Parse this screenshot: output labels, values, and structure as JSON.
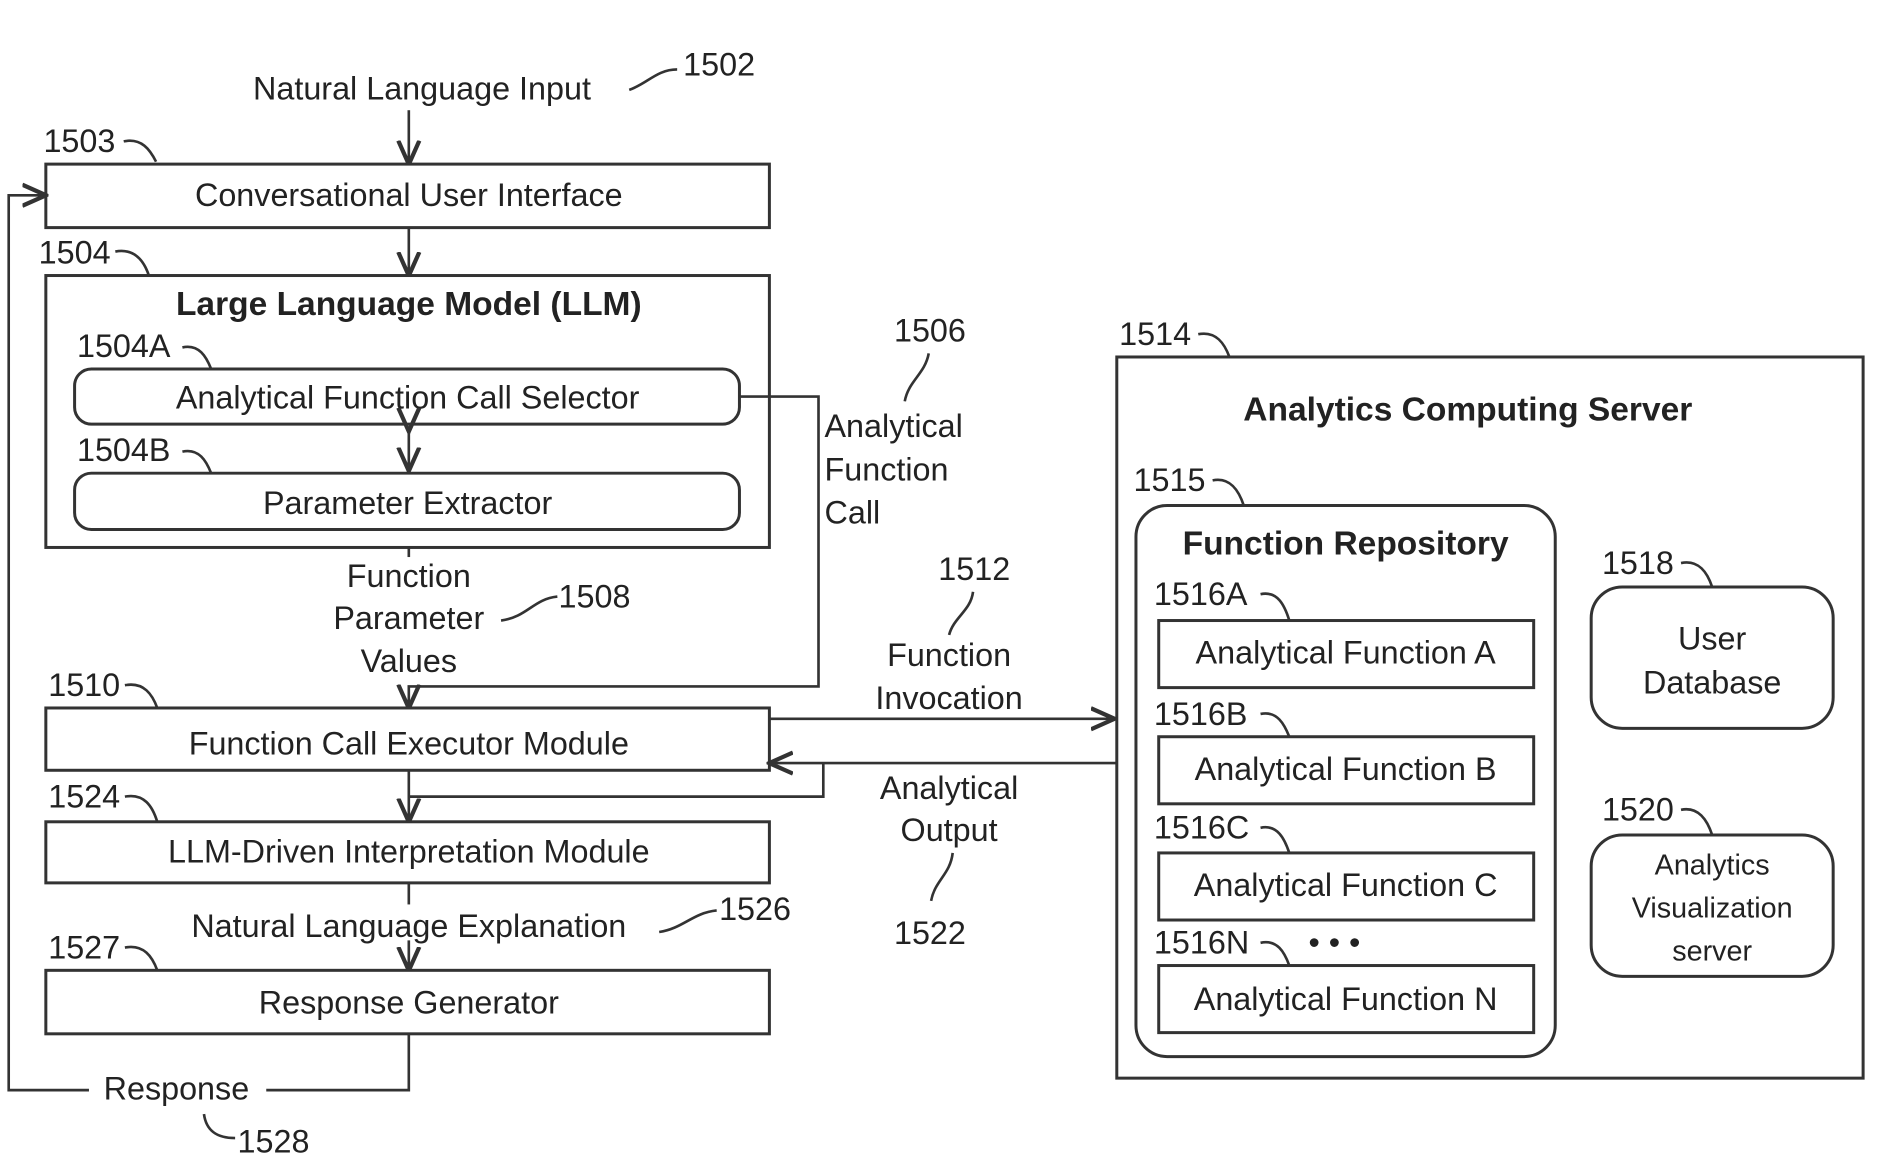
{
  "input": {
    "label": "Natural Language Input",
    "ref": "1502"
  },
  "cui": {
    "label": "Conversational User Interface",
    "ref": "1503"
  },
  "llm": {
    "title": "Large Language Model (LLM)",
    "ref": "1504",
    "selector": {
      "label": "Analytical Function Call Selector",
      "ref": "1504A"
    },
    "extractor": {
      "label": "Parameter Extractor",
      "ref": "1504B"
    }
  },
  "function_call": {
    "lines": [
      "Analytical",
      "Function",
      "Call"
    ],
    "ref": "1506"
  },
  "param_values": {
    "lines": [
      "Function",
      "Parameter",
      "Values"
    ],
    "ref": "1508"
  },
  "executor": {
    "label": "Function Call Executor Module",
    "ref": "1510"
  },
  "invocation": {
    "lines": [
      "Function",
      "Invocation"
    ],
    "ref": "1512"
  },
  "output": {
    "lines": [
      "Analytical",
      "Output"
    ],
    "ref": "1522"
  },
  "interpretation": {
    "label": "LLM-Driven Interpretation Module",
    "ref": "1524"
  },
  "explanation": {
    "label": "Natural Language Explanation",
    "ref": "1526"
  },
  "response_gen": {
    "label": "Response Generator",
    "ref": "1527"
  },
  "response": {
    "label": "Response",
    "ref": "1528"
  },
  "server": {
    "title": "Analytics Computing Server",
    "ref": "1514",
    "repository": {
      "title": "Function Repository",
      "ref": "1515",
      "functions": [
        {
          "label": "Analytical Function A",
          "ref": "1516A"
        },
        {
          "label": "Analytical Function B",
          "ref": "1516B"
        },
        {
          "label": "Analytical Function C",
          "ref": "1516C"
        },
        {
          "label": "Analytical Function N",
          "ref": "1516N"
        }
      ],
      "ellipsis": "• • •"
    },
    "user_db": {
      "lines": [
        "User",
        "Database"
      ],
      "ref": "1518"
    },
    "viz": {
      "lines": [
        "Analytics",
        "Visualization",
        "server"
      ],
      "ref": "1520"
    }
  }
}
